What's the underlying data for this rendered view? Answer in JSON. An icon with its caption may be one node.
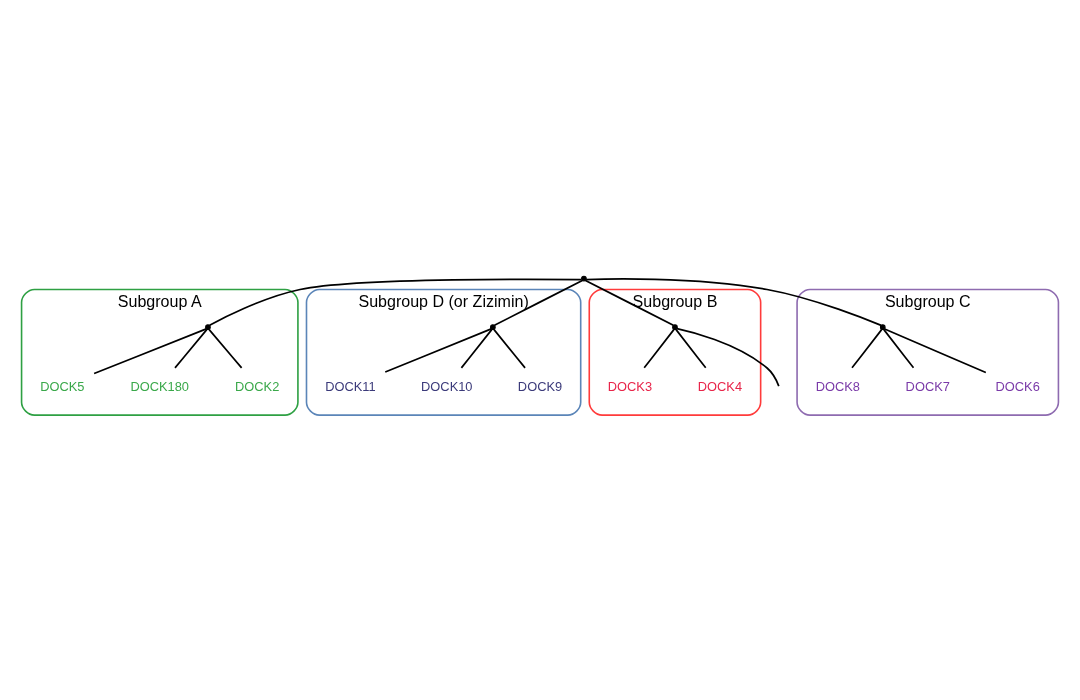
{
  "diagram": {
    "nodes": [
      {
        "text": [
          "Subgroup A"
        ]
      },
      {
        "text": [
          "DOCK5"
        ],
        "in": 0
      },
      {
        "text": [
          "DOCK180"
        ],
        "in": 0
      },
      {
        "text": [
          "DOCK2"
        ],
        "in": 0
      },
      {
        "text": [],
        "shape": "point",
        "in": 0
      },
      {
        "text": [
          "Subgroup D (or Zizimin)"
        ]
      },
      {
        "text": [
          "DOCK11"
        ],
        "in": 5
      },
      {
        "text": [
          "DOCK10"
        ],
        "in": 5
      },
      {
        "text": [
          "DOCK9"
        ],
        "in": 5
      },
      {
        "text": [],
        "shape": "point",
        "in": 5
      },
      {
        "text": [
          "Subgroup B"
        ]
      },
      {
        "text": [
          "DOCK3"
        ],
        "in": 10
      },
      {
        "text": [
          "DOCK4"
        ],
        "in": 10
      },
      {
        "text": [],
        "shape": "point",
        "in": 10
      },
      {
        "text": [],
        "shape": "point"
      },
      {
        "text": [
          "Subgroup C"
        ]
      },
      {
        "text": [],
        "shape": "point",
        "in": 15
      },
      {
        "text": [
          "DOCK8"
        ],
        "in": 15
      },
      {
        "text": [
          "DOCK7"
        ],
        "in": 15
      },
      {
        "text": [
          "DOCK6"
        ],
        "in": 15
      }
    ],
    "edges": [
      {
        "from": 14,
        "to": 4,
        "arrow": "none"
      },
      {
        "from": 4,
        "to": 1,
        "arrow": "none"
      },
      {
        "from": 4,
        "to": 2,
        "arrow": "none"
      },
      {
        "from": 4,
        "to": 3,
        "arrow": "none"
      },
      {
        "from": 14,
        "to": 9,
        "arrow": "none"
      },
      {
        "from": 9,
        "to": 6,
        "arrow": "none"
      },
      {
        "from": 9,
        "to": 7,
        "arrow": "none"
      },
      {
        "from": 9,
        "to": 8,
        "arrow": "none"
      },
      {
        "from": 14,
        "to": 13,
        "arrow": "none"
      },
      {
        "from": 13,
        "to": 11,
        "arrow": "none"
      },
      {
        "from": 13,
        "to": 12,
        "arrow": "none"
      },
      {
        "from": 13,
        "to": null,
        "arrow": "none"
      },
      {
        "from": 14,
        "to": 16,
        "arrow": "none"
      },
      {
        "from": 16,
        "to": 17,
        "arrow": "none"
      },
      {
        "from": 16,
        "to": 18,
        "arrow": "none"
      },
      {
        "from": 16,
        "to": 19,
        "arrow": "none"
      }
    ]
  }
}
